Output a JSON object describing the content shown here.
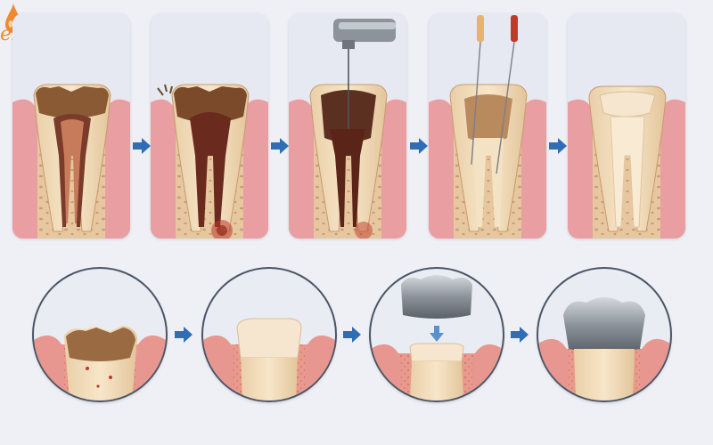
{
  "brand": {
    "name": "eBiolina",
    "color": "#ef8a2c"
  },
  "colors": {
    "background": "#eef0f6",
    "gum": "#e99ea2",
    "bone": "#e7c7a0",
    "tooth": "#f1dcba",
    "decay": "#7a4a2a",
    "infection": "#c0392b",
    "filling": "#f6e6cf",
    "arrow": "#2f6db5",
    "crown": "#9aa0a8"
  },
  "icons": {
    "arrow": "arrow-right-icon",
    "down_arrow": "arrow-down-icon",
    "dental_drill": "dental-drill-icon",
    "endodontic_file": "endodontic-file-icon"
  },
  "steps": [
    {
      "stage": "decayed-tooth"
    },
    {
      "stage": "infected-root"
    },
    {
      "stage": "drilling"
    },
    {
      "stage": "root-canal-cleaning"
    },
    {
      "stage": "filled-tooth"
    }
  ],
  "crown_steps": [
    {
      "stage": "damaged-tooth"
    },
    {
      "stage": "prepared-tooth"
    },
    {
      "stage": "crown-placement"
    },
    {
      "stage": "crowned-tooth"
    }
  ]
}
